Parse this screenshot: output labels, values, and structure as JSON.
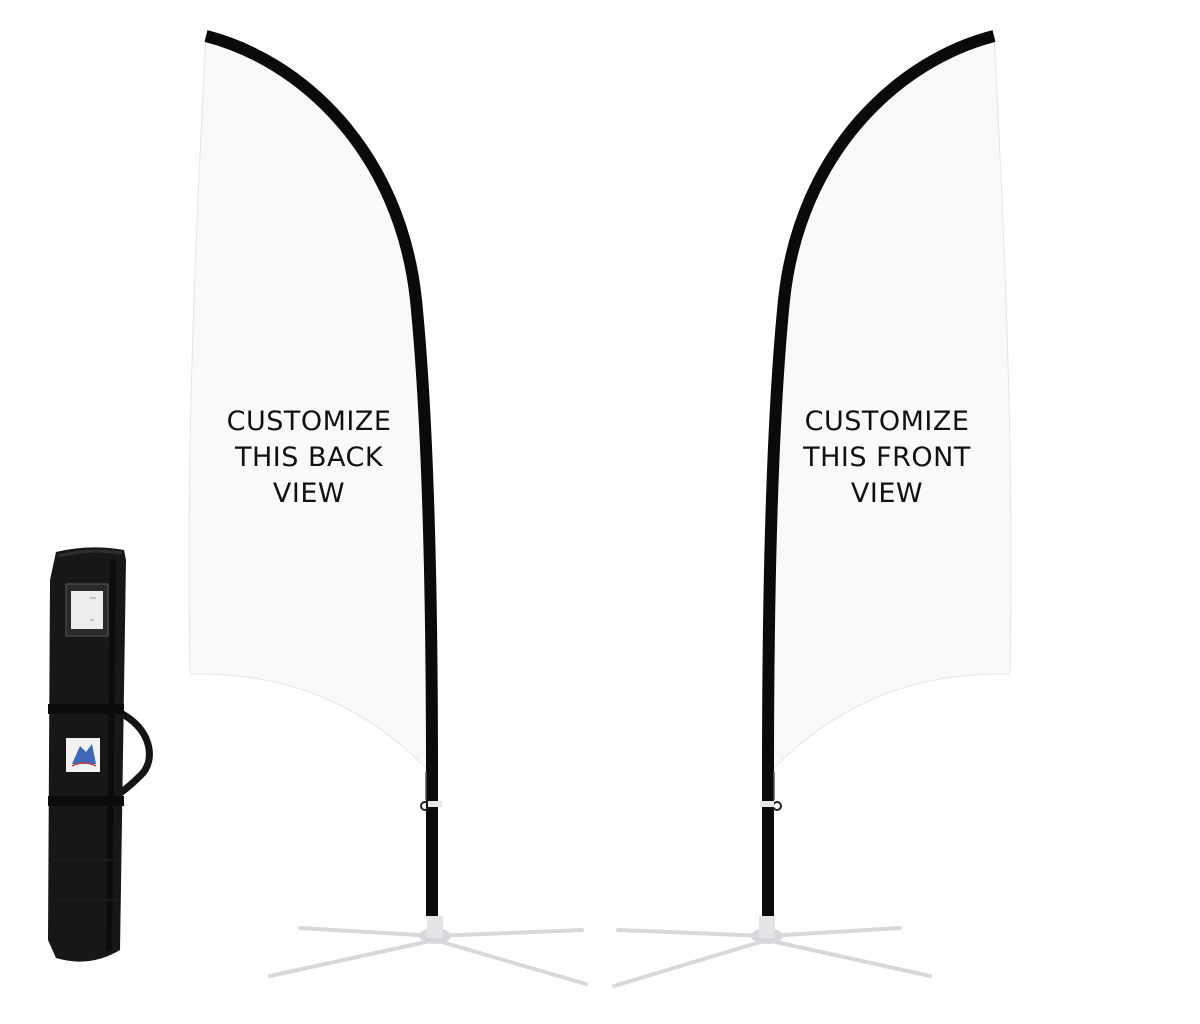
{
  "flags": {
    "back": {
      "lines": [
        "CUSTOMIZE",
        "THIS BACK",
        "VIEW"
      ]
    },
    "front": {
      "lines": [
        "CUSTOMIZE",
        "THIS FRONT",
        "VIEW"
      ]
    }
  },
  "colors": {
    "flag_fabric": "#f8f9fa",
    "pole": "#0a0a0a",
    "base": "#d6d9dc",
    "bag": "#151515"
  }
}
